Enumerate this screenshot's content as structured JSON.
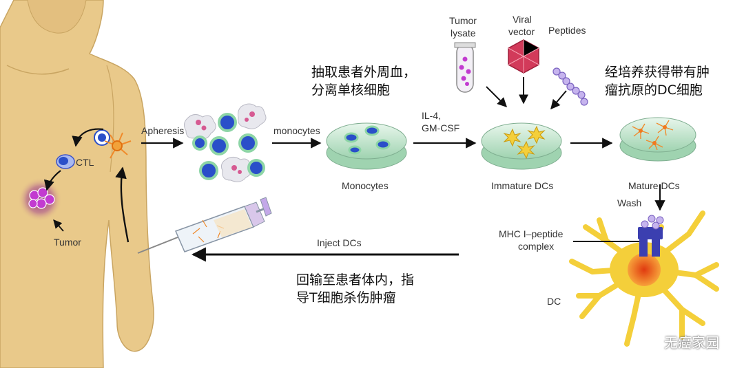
{
  "labels": {
    "apheresis": "Apheresis",
    "monocytes_arrow": "monocytes",
    "monocytes_dish": "Monocytes",
    "il4": "IL-4,",
    "gmcsf": "GM-CSF",
    "immature": "Immature DCs",
    "mature": "Mature DCs",
    "tumor_lysate_1": "Tumor",
    "tumor_lysate_2": "lysate",
    "viral_vector_1": "Viral",
    "viral_vector_2": "vector",
    "peptides": "Peptides",
    "wash": "Wash",
    "mhc_1": "MHC I–peptide",
    "mhc_2": "complex",
    "dc": "DC",
    "inject": "Inject DCs",
    "ctl": "CTL",
    "tumor": "Tumor"
  },
  "chinese": {
    "extract_1": "抽取患者外周血，",
    "extract_2": "分离单核细胞",
    "culture_1": "经培养获得带有肿",
    "culture_2": "瘤抗原的DC细胞",
    "return_1": "回输至患者体内，指",
    "return_2": "导T细胞杀伤肿瘤"
  },
  "watermark": "无癌家园",
  "colors": {
    "skin": "#e9c98a",
    "skin_shadow": "#d8b470",
    "monocyte_blue": "#2a4fc9",
    "dish_green": "#bfe3c9",
    "dc_yellow": "#f4cf3a",
    "dc_orange": "#f08a2a",
    "tumor_purple": "#c23bd0",
    "mhc_blue": "#3b3fb0",
    "peptide_purple": "#b59be3",
    "viral_red": "#d23a5a"
  }
}
